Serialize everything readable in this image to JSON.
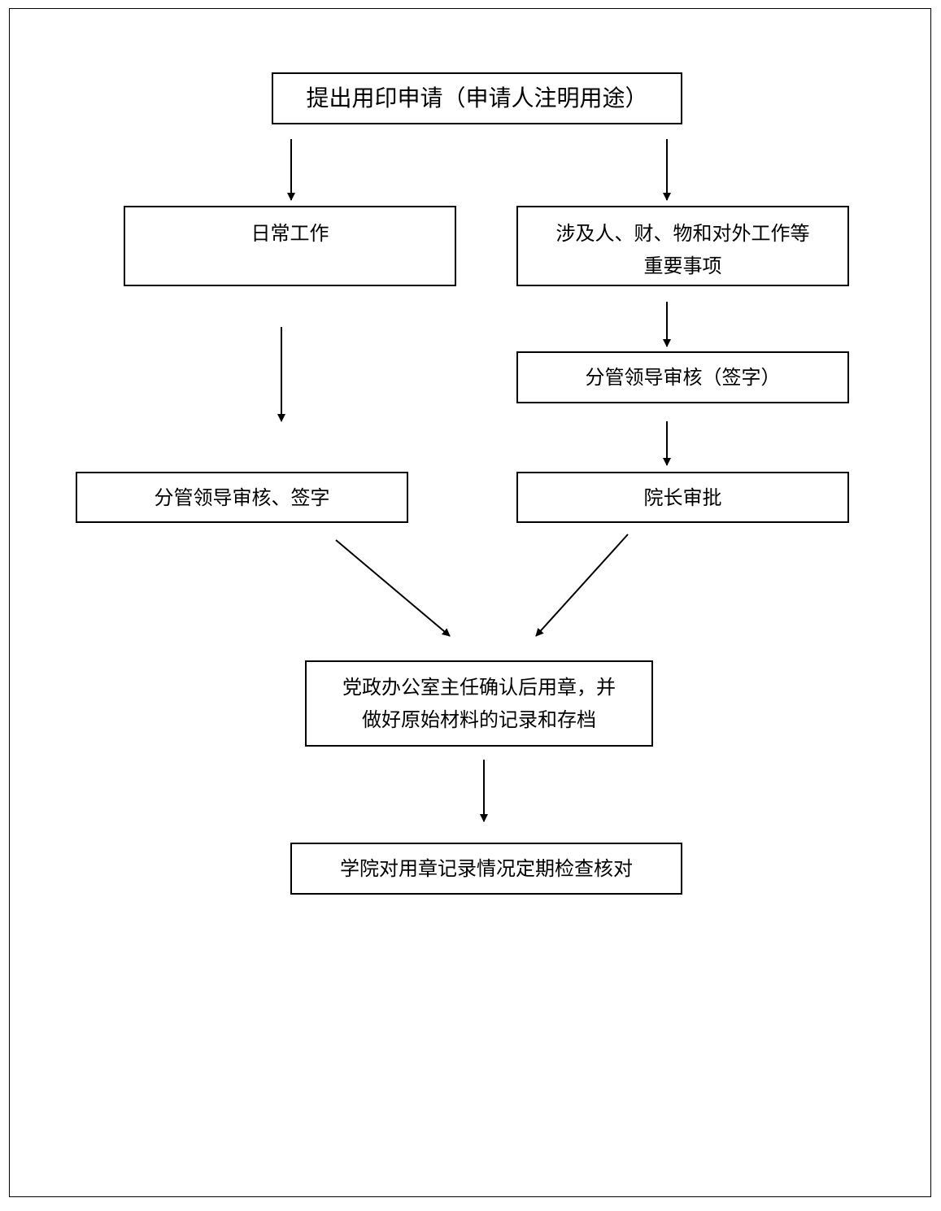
{
  "flowchart": {
    "start": "提出用印申请（申请人注明用途）",
    "routine_work": "日常工作",
    "important_matters": "涉及人、财、物和对外工作等\n重要事项",
    "leader_review_sign_paren": "分管领导审核（签字）",
    "leader_review_sign": "分管领导审核、签字",
    "dean_approval": "院长审批",
    "office_confirm": "党政办公室主任确认后用章，并\n做好原始材料的记录和存档",
    "periodic_check": "学院对用章记录情况定期检查核对"
  }
}
